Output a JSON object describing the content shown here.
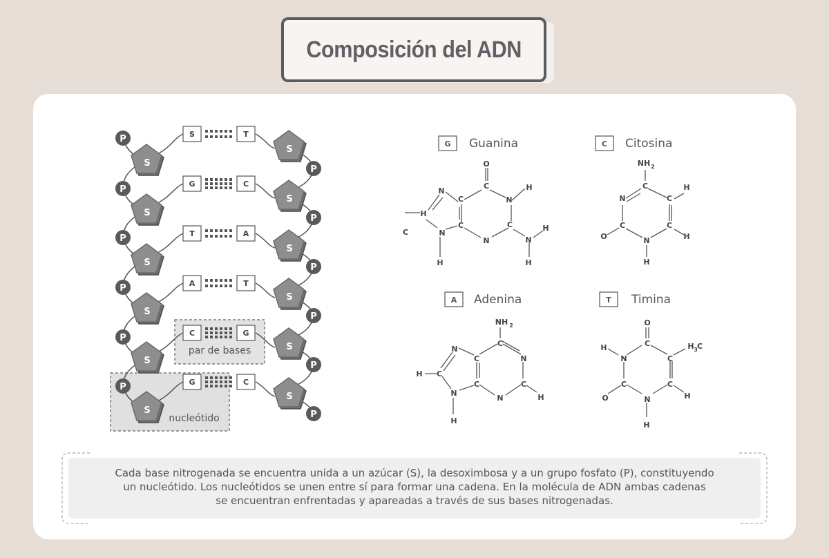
{
  "title": "Composición del ADN",
  "strand": {
    "sugar": "S",
    "phosphate": "P",
    "pairs": [
      {
        "left": "S",
        "right": "T"
      },
      {
        "left": "G",
        "right": "C"
      },
      {
        "left": "T",
        "right": "A"
      },
      {
        "left": "A",
        "right": "T"
      },
      {
        "left": "C",
        "right": "G"
      },
      {
        "left": "G",
        "right": "C"
      }
    ],
    "base_pair_label": "par de bases",
    "nucleotide_label": "nucleótido"
  },
  "molecules": {
    "guanine": {
      "letter": "G",
      "name": "Guanina"
    },
    "cytosine": {
      "letter": "C",
      "name": "Citosina"
    },
    "adenine": {
      "letter": "A",
      "name": "Adenina"
    },
    "thymine": {
      "letter": "T",
      "name": "Timina"
    }
  },
  "atoms": {
    "C": "C",
    "N": "N",
    "O": "O",
    "H": "H",
    "NH": "NH",
    "H3": "H",
    "CH3": "C",
    "sub2": "2",
    "sub3": "3"
  },
  "caption": {
    "line1": "Cada base nitrogenada se encuentra unida a un azúcar (S), la desoximbosa y a un grupo fosfato (P), constituyendo",
    "line2": "un nucleótido. Los nucleótidos se unen entre sí  para formar una cadena. En la molécula de ADN ambas cadenas",
    "line3": "se encuentran enfrentadas y apareadas a través de sus bases nitrogenadas."
  }
}
